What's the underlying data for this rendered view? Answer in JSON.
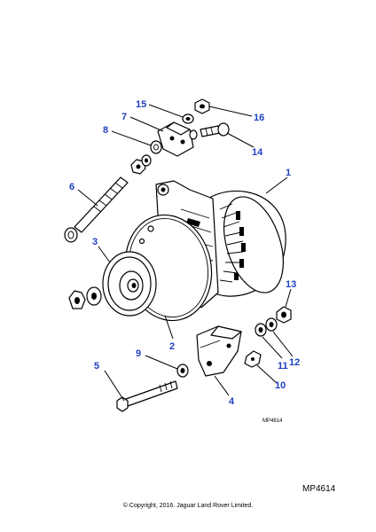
{
  "callouts": [
    {
      "label": "1"
    },
    {
      "label": "2"
    },
    {
      "label": "3"
    },
    {
      "label": "4"
    },
    {
      "label": "5"
    },
    {
      "label": "6"
    },
    {
      "label": "7"
    },
    {
      "label": "8"
    },
    {
      "label": "9"
    },
    {
      "label": "10"
    },
    {
      "label": "11"
    },
    {
      "label": "12"
    },
    {
      "label": "13"
    },
    {
      "label": "14"
    },
    {
      "label": "15"
    },
    {
      "label": "16"
    }
  ],
  "diagram_code_small": "MP4614",
  "diagram_code": "MP4614",
  "copyright": "© Copyright, 2016. Jaguar Land Rover Limited.",
  "colors": {
    "callout": "#1f3fbf",
    "line": "#000000",
    "background": "#ffffff"
  }
}
